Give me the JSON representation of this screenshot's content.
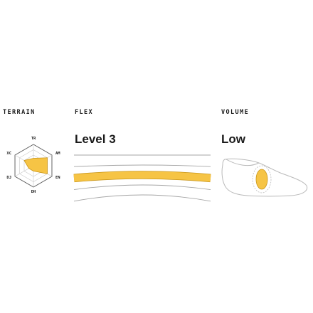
{
  "terrain": {
    "header": "TERRAIN",
    "axes": [
      {
        "label": "TR",
        "value": 0.35
      },
      {
        "label": "AM",
        "value": 0.75
      },
      {
        "label": "EN",
        "value": 0.75
      },
      {
        "label": "DH",
        "value": 0.25
      },
      {
        "label": "DJ",
        "value": 0.25
      },
      {
        "label": "XC",
        "value": 0.5
      }
    ],
    "fill_color": "#f6c445",
    "stroke_color": "#c9961a"
  },
  "flex": {
    "header": "FLEX",
    "value": "Level 3",
    "active_level": 3,
    "levels": 5,
    "accent": "#f6c445"
  },
  "volume": {
    "header": "VOLUME",
    "value": "Low",
    "accent": "#f6c445"
  }
}
